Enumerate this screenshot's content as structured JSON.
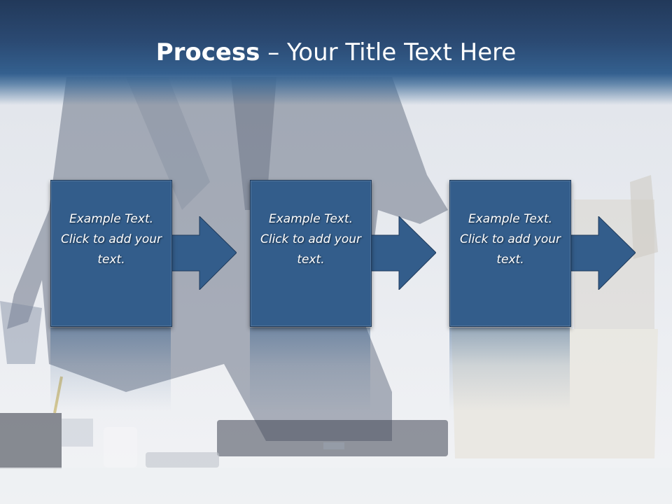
{
  "slide": {
    "title_bold": "Process",
    "title_rest": " – Your Title Text Here",
    "steps": [
      {
        "text": "Example Text. Click  to add your text."
      },
      {
        "text": "Example Text. Click  to add your text."
      },
      {
        "text": "Example Text. Click  to add your text."
      }
    ]
  },
  "colors": {
    "title_bar": "#2b4a73",
    "box_fill": "#335d8b",
    "title_text": "#ffffff"
  },
  "background_image": "businessman-packing-box-photo"
}
